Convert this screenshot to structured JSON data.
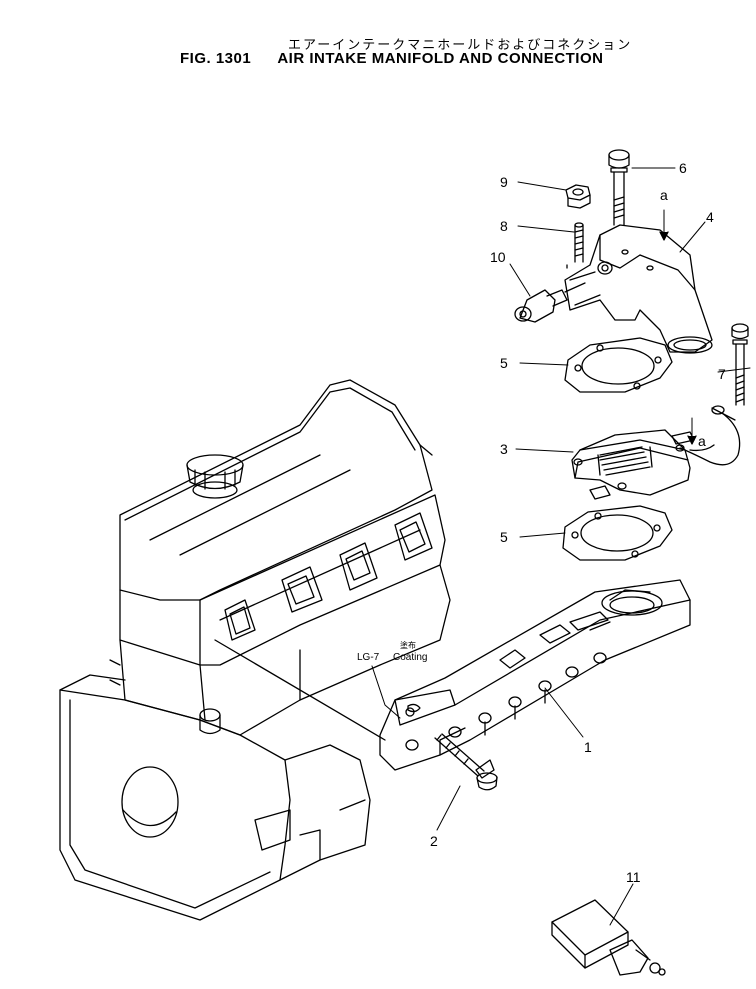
{
  "title": {
    "japanese": "エアーインテークマニホールドおよびコネクション",
    "fig_number": "FIG. 1301",
    "english": "AIR INTAKE MANIFOLD AND CONNECTION"
  },
  "callouts": {
    "c1": "1",
    "c2": "2",
    "c3": "3",
    "c4": "4",
    "c5a": "5",
    "c5b": "5",
    "c6": "6",
    "c7": "7",
    "c8": "8",
    "c9": "9",
    "c10": "10",
    "c11": "11"
  },
  "arrows": {
    "a_top": "a",
    "a_side": "a"
  },
  "coating": {
    "code": "LG-7",
    "jp": "塗布",
    "en": "Coating"
  }
}
